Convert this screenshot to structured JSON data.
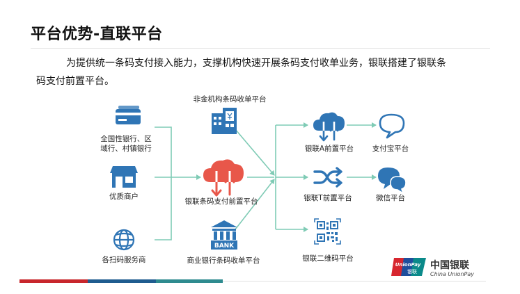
{
  "page": {
    "title": "平台优势-直联平台",
    "intro": "为提供统一条码支付接入能力，支撑机构快速开展条码支付收单业务，银联搭建了银联条码支付前置平台。"
  },
  "nodes": {
    "banks": "全国性银行、区域行、村镇银行",
    "merchants": "优质商户",
    "scan_providers": "各扫码服务商",
    "nonfinancial": "非金机构条码收单平台",
    "front_platform": "银联条码支付前置平台",
    "commercial_banks": "商业银行条码收单平台",
    "front_a": "银联A前置平台",
    "front_t": "银联T前置平台",
    "qr_platform": "银联二维码平台",
    "alipay": "支付宝平台",
    "wechat": "微信平台"
  },
  "icons": {
    "banks": "card-stack-icon",
    "merchants": "storefront-icon",
    "scan_providers": "globe-icon",
    "nonfinancial": "office-building-icon",
    "front_platform": "cloud-transfer-icon",
    "commercial_banks": "bank-building-icon",
    "front_a": "cloud-transfer-icon",
    "front_t": "shuffle-icon",
    "qr_platform": "qr-code-icon",
    "alipay": "chat-bubble-icon",
    "wechat": "chat-bubbles-icon",
    "bank_badge_text": "BANK"
  },
  "logo": {
    "badge_line1": "UnionPay",
    "badge_line2": "银联",
    "cn": "中国银联",
    "en": "China UnionPay"
  },
  "colors": {
    "accent_blue": "#2f75b5",
    "accent_red": "#e8574a",
    "connector_green": "#7fcbb5",
    "bar_red": "#c8262c",
    "bar_blue": "#1f5c8f",
    "bar_teal": "#2e8b8f"
  }
}
